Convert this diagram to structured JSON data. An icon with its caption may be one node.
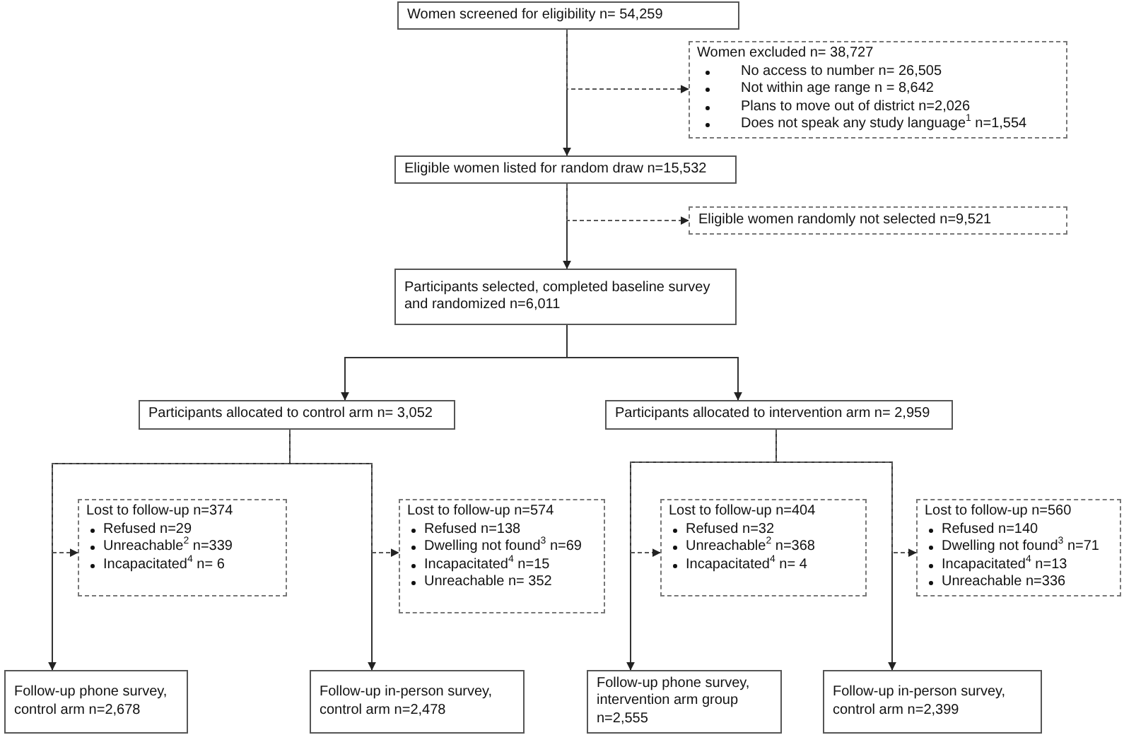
{
  "diagram": {
    "nodes": [
      {
        "text": [
          "Women screened for eligibility n= 54,259"
        ]
      },
      {
        "text": [
          "Women excluded n= 38,727",
          "No access to number n= 26,505",
          "Not within age range n = 8,642",
          "Plans to move out of district n=2,026",
          "Does not speak any study language$^{1}$ n=1,554"
        ]
      },
      {
        "text": [
          "Eligible women listed for random draw n=15,532"
        ]
      },
      {
        "text": [
          "Eligible women randomly not selected n=9,521"
        ]
      },
      {
        "text": [
          "Participants selected, completed baseline survey and randomized n=6,011"
        ]
      },
      {
        "text": [
          "Participants allocated to control arm n= 3,052"
        ]
      },
      {
        "text": [
          "Participants allocated to intervention arm n= 2,959"
        ]
      },
      {
        "text": [
          "Lost to follow-up n=374",
          "Refused n=29",
          "Unreachable$^{2}$ n=339",
          "Incapacitated$^{4}$ n= 6"
        ]
      },
      {
        "text": [
          "Lost to follow-up n=574",
          "Refused n=138",
          "Dwelling not found$^{3}$ n=69",
          "Incapacitated$^{4}$ n=15",
          "Unreachable n= 352"
        ]
      },
      {
        "text": [
          "Lost to follow-up n=404",
          "Refused n=32",
          "Unreachable$^{2}$ n=368",
          "Incapacitated$^{4}$ n= 4"
        ]
      },
      {
        "text": [
          "Lost to follow-up n=560",
          "Refused n=140",
          "Dwelling not found$^{3}$ n=71",
          "Incapacitated$^{4}$ n=13",
          "Unreachable n=336"
        ]
      },
      {
        "text": [
          "Follow-up phone survey, control arm n=2,678"
        ]
      },
      {
        "text": [
          "Follow-up in-person survey, control arm n=2,478"
        ]
      },
      {
        "text": [
          "Follow-up phone survey, intervention arm group n=2,555"
        ]
      },
      {
        "text": [
          "Follow-up in-person survey, control arm n=2,399"
        ]
      }
    ],
    "edges": [
      {
        "from": 0,
        "to": 2,
        "arrow": "to"
      },
      {
        "from": 0,
        "to": 1,
        "arrow": "to",
        "style": "dashed"
      },
      {
        "from": 2,
        "to": 4,
        "arrow": "to"
      },
      {
        "from": 2,
        "to": 3,
        "arrow": "to",
        "style": "dashed"
      },
      {
        "from": 4,
        "to": 5,
        "arrow": "to"
      },
      {
        "from": 4,
        "to": 6,
        "arrow": "to"
      },
      {
        "from": 5,
        "to": 11,
        "arrow": "to"
      },
      {
        "from": 5,
        "to": 12,
        "arrow": "to"
      },
      {
        "from": 5,
        "to": 7,
        "arrow": "to",
        "style": "dashed"
      },
      {
        "from": 5,
        "to": 8,
        "arrow": "to",
        "style": "dashed"
      },
      {
        "from": 6,
        "to": 13,
        "arrow": "to"
      },
      {
        "from": 6,
        "to": 14,
        "arrow": "to"
      },
      {
        "from": 6,
        "to": 9,
        "arrow": "to",
        "style": "dashed"
      },
      {
        "from": 6,
        "to": 10,
        "arrow": "to",
        "style": "dashed"
      }
    ]
  }
}
